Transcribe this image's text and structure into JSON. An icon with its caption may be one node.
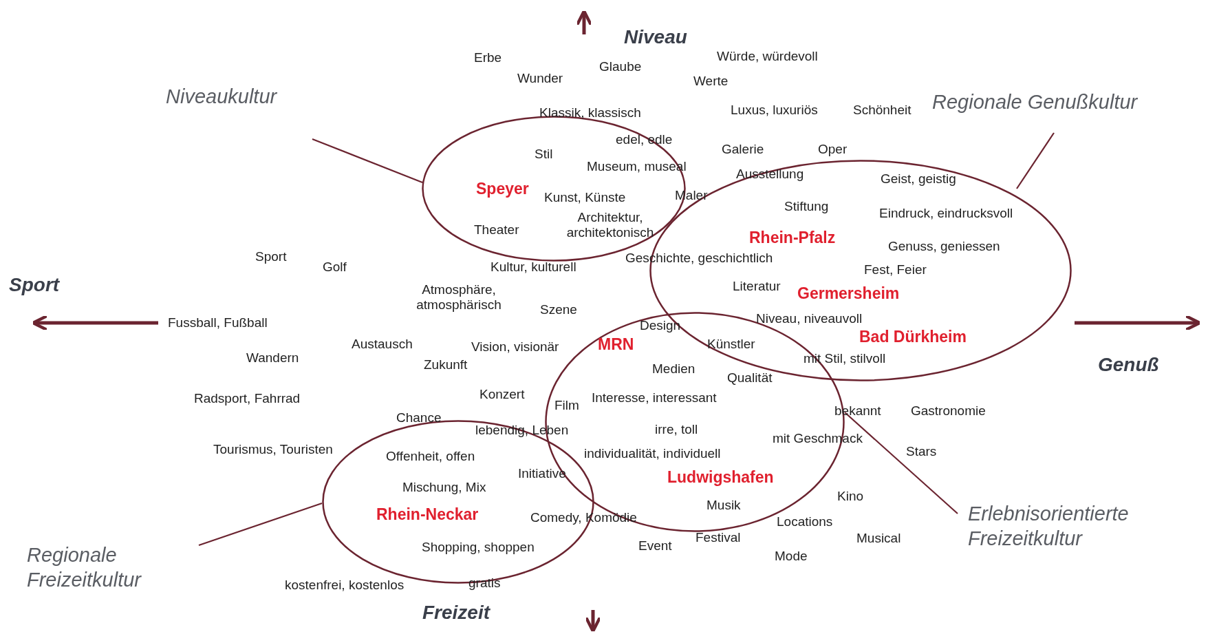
{
  "diagram": {
    "nodes": [
      {
        "text": [
          "Niveaukultur"
        ]
      },
      {
        "text": [],
        "shape": "ellipse"
      },
      {
        "text": [
          "Regionale Genußkultur"
        ]
      },
      {
        "text": [],
        "shape": "ellipse"
      },
      {
        "text": [],
        "shape": "ellipse"
      },
      {
        "text": [
          "Erlebnisorientierte Freizeitkultur"
        ]
      },
      {
        "text": [],
        "shape": "ellipse"
      },
      {
        "text": [
          "Regionale Freizeitkultur"
        ]
      }
    ],
    "edges": [
      {
        "from": 0,
        "to": 1,
        "arrow": "none"
      },
      {
        "from": 2,
        "to": 3,
        "arrow": "none"
      },
      {
        "from": 5,
        "to": 4,
        "arrow": "none"
      },
      {
        "from": 7,
        "to": 6,
        "arrow": "none"
      }
    ],
    "labels": [
      "Niveau",
      "Erbe",
      "Glaube",
      "Würde, würdevoll",
      "Wunder",
      "Werte",
      "Klassik, klassisch",
      "Luxus, luxuriös",
      "Schönheit",
      "edel, edle",
      "Stil",
      "Galerie",
      "Oper",
      "Museum, museal",
      "Ausstellung",
      "Geist, geistig",
      "Speyer",
      "Kunst, Künste",
      "Maler",
      "Stiftung",
      "Eindruck, eindrucksvoll",
      "Architektur, architektonisch",
      "Theater",
      "Rhein-Pfalz",
      "Genuss, geniessen",
      "Sport",
      "Golf",
      "Kultur, kulturell",
      "Geschichte, geschichtlich",
      "Fest, Feier",
      "Sport",
      "Atmosphäre, atmosphärisch",
      "Literatur",
      "Germersheim",
      "Szene",
      "Fussball, Fußball",
      "Design",
      "Niveau, niveauvoll",
      "Bad Dürkheim",
      "Austausch",
      "Vision, visionär",
      "MRN",
      "Künstler",
      "Wandern",
      "Zukunft",
      "mit Stil, stilvoll",
      "Genuß",
      "Medien",
      "Qualität",
      "Radsport, Fahrrad",
      "Konzert",
      "Film",
      "Interesse, interessant",
      "bekannt",
      "Gastronomie",
      "Chance",
      "lebendig, Leben",
      "irre, toll",
      "mit Geschmack",
      "Tourismus, Touristen",
      "Offenheit, offen",
      "individualität, individuell",
      "Stars",
      "Initiative",
      "Mischung, Mix",
      "Ludwigshafen",
      "Kino",
      "Rhein-Neckar",
      "Comedy, Komödie",
      "Musik",
      "Locations",
      "Festival",
      "Musical",
      "Event",
      "Shopping, shoppen",
      "Mode",
      "kostenfrei, kostenlos",
      "gratis",
      "Freizeit"
    ]
  }
}
